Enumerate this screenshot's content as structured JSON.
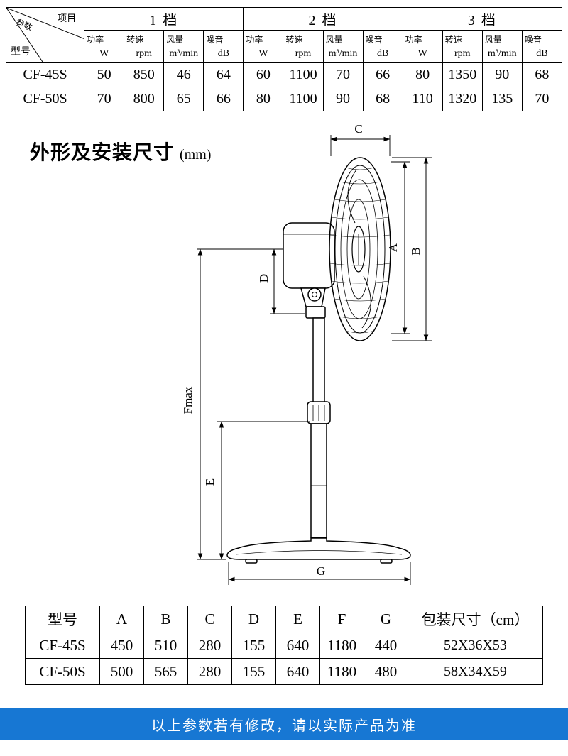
{
  "spec_table": {
    "corner": {
      "param": "参数",
      "item": "项目",
      "model": "型号"
    },
    "gear_headers": [
      "1 档",
      "2 档",
      "3 档"
    ],
    "metric_headers": [
      {
        "name": "功率",
        "unit": "W"
      },
      {
        "name": "转速",
        "unit": "rpm"
      },
      {
        "name": "风量",
        "unit": "m³/min"
      },
      {
        "name": "噪音",
        "unit": "dB"
      }
    ],
    "rows": [
      {
        "model": "CF-45S",
        "values": [
          "50",
          "850",
          "46",
          "64",
          "60",
          "1100",
          "70",
          "66",
          "80",
          "1350",
          "90",
          "68"
        ]
      },
      {
        "model": "CF-50S",
        "values": [
          "70",
          "800",
          "65",
          "66",
          "80",
          "1100",
          "90",
          "68",
          "110",
          "1320",
          "135",
          "70"
        ]
      }
    ]
  },
  "diagram": {
    "title": "外形及安装尺寸",
    "unit_note": "(mm)",
    "labels": {
      "A": "A",
      "B": "B",
      "C": "C",
      "D": "D",
      "E": "E",
      "F": "Fmax",
      "G": "G"
    }
  },
  "dimension_table": {
    "headers": [
      "型号",
      "A",
      "B",
      "C",
      "D",
      "E",
      "F",
      "G",
      "包装尺寸（cm）"
    ],
    "rows": [
      {
        "model": "CF-45S",
        "values": [
          "450",
          "510",
          "280",
          "155",
          "640",
          "1180",
          "440",
          "52X36X53"
        ]
      },
      {
        "model": "CF-50S",
        "values": [
          "500",
          "565",
          "280",
          "155",
          "640",
          "1180",
          "480",
          "58X34X59"
        ]
      }
    ]
  },
  "footer": {
    "notice": "以上参数若有修改，请以实际产品为准"
  },
  "colors": {
    "footer_bg": "#1777d3",
    "footer_text": "#ffffff",
    "line": "#000000"
  }
}
